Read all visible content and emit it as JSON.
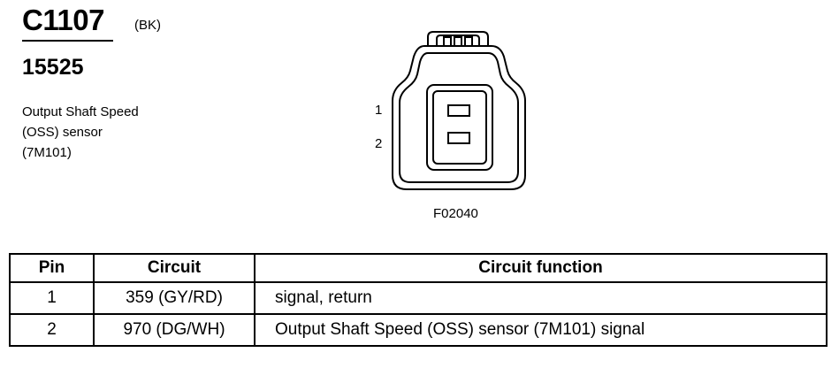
{
  "connector": {
    "id": "C1107",
    "color_code": "(BK)",
    "part_number": "15525",
    "description_lines": [
      "Output Shaft Speed",
      "(OSS) sensor",
      "(7M101)"
    ]
  },
  "diagram": {
    "pin_labels": [
      "1",
      "2"
    ],
    "figure_code": "F02040"
  },
  "table": {
    "headers": [
      "Pin",
      "Circuit",
      "Circuit function"
    ],
    "rows": [
      {
        "pin": "1",
        "circuit": "359 (GY/RD)",
        "function": "signal, return"
      },
      {
        "pin": "2",
        "circuit": "970 (DG/WH)",
        "function": "Output Shaft Speed (OSS) sensor (7M101) signal"
      }
    ]
  }
}
